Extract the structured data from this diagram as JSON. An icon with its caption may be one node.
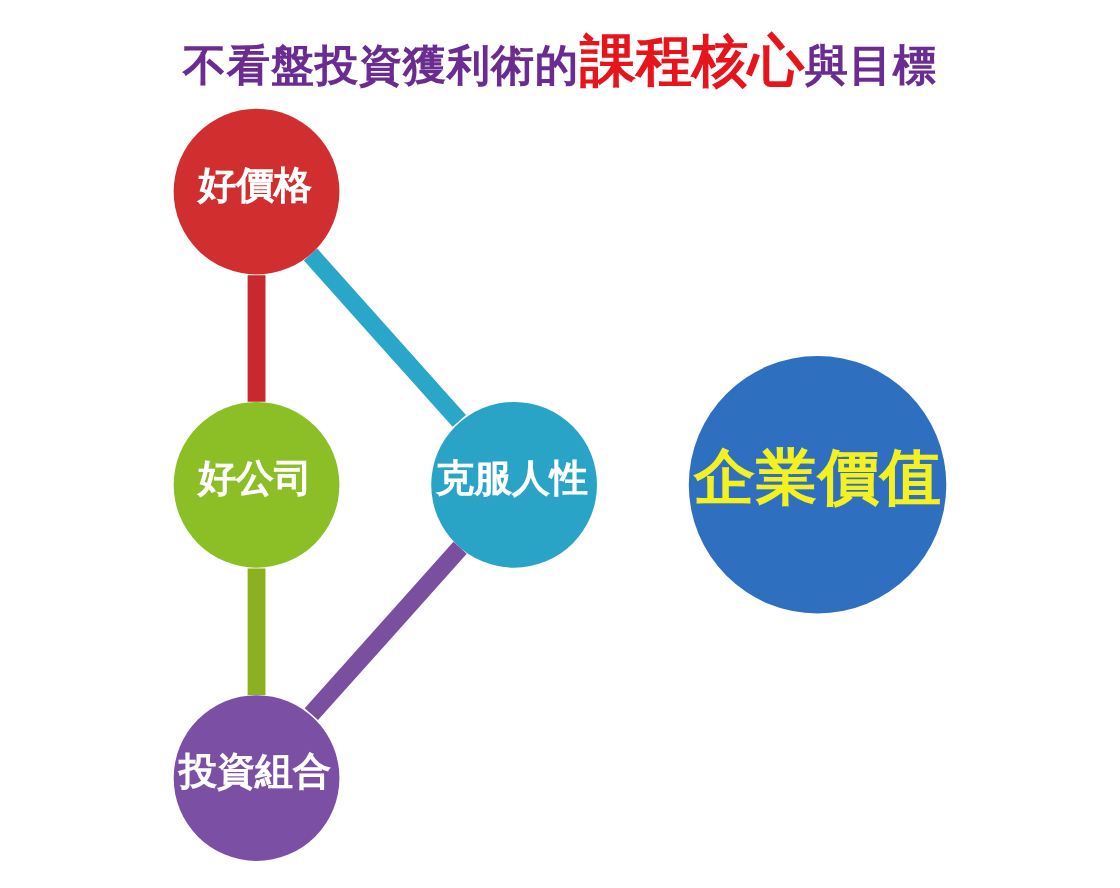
{
  "diagram": {
    "title": "不看盤投資獲利術的**課程核心**與目標",
    "nodes": [
      {
        "text": [
          "好價格"
        ]
      },
      {
        "text": [
          "克服人性"
        ]
      },
      {
        "text": [
          "企業價值"
        ]
      },
      {
        "text": [
          "好公司"
        ]
      },
      {
        "text": [
          "投資組合"
        ]
      }
    ],
    "edges": [
      {
        "from": 0,
        "to": 3,
        "arrow": "none",
        "color": "#c8282e"
      },
      {
        "from": 3,
        "to": 4,
        "arrow": "none",
        "color": "#8cb020"
      },
      {
        "from": 4,
        "to": 1,
        "arrow": "none",
        "color": "#7a4fa0"
      },
      {
        "from": 1,
        "to": 0,
        "arrow": "none",
        "color": "#2aa7c8"
      }
    ]
  }
}
